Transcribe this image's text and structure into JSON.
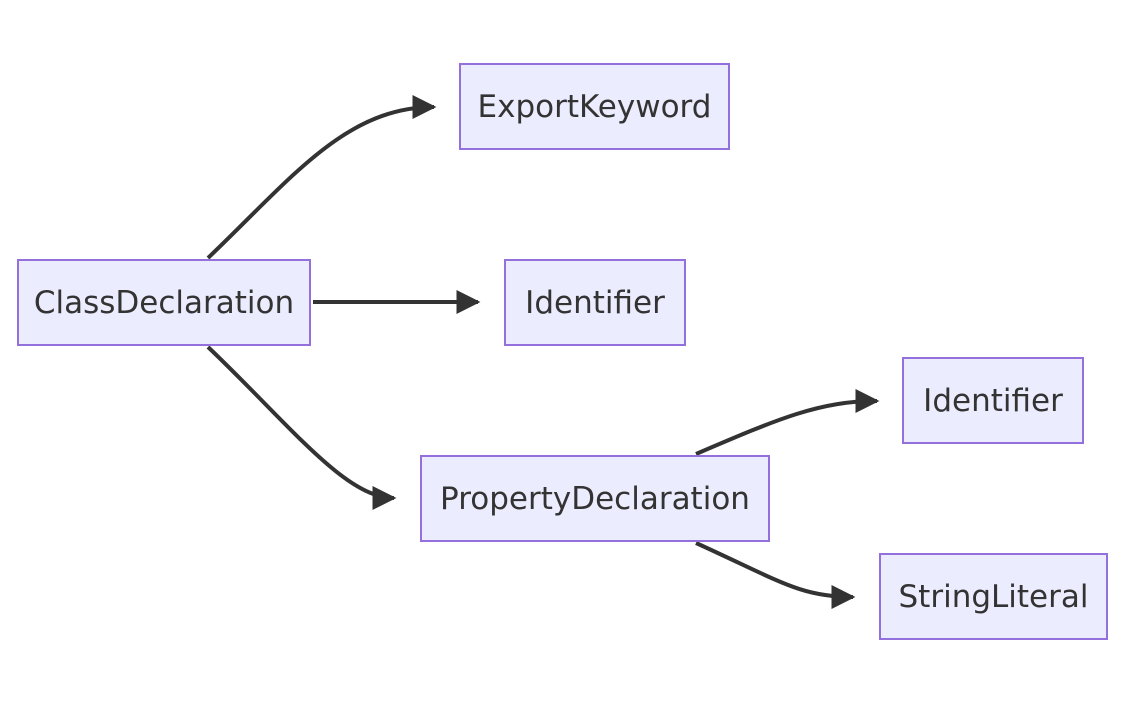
{
  "diagram": {
    "type": "flowchart",
    "direction": "left-to-right",
    "colors": {
      "node_fill": "#ececff",
      "node_border": "#9370db",
      "edge": "#333333",
      "text": "#333333",
      "background": "#ffffff"
    },
    "nodes": [
      {
        "id": "class_declaration",
        "label": "ClassDeclaration"
      },
      {
        "id": "export_keyword",
        "label": "ExportKeyword"
      },
      {
        "id": "identifier_1",
        "label": "Identifier"
      },
      {
        "id": "property_declaration",
        "label": "PropertyDeclaration"
      },
      {
        "id": "identifier_2",
        "label": "Identifier"
      },
      {
        "id": "string_literal",
        "label": "StringLiteral"
      }
    ],
    "edges": [
      {
        "from": "class_declaration",
        "to": "export_keyword"
      },
      {
        "from": "class_declaration",
        "to": "identifier_1"
      },
      {
        "from": "class_declaration",
        "to": "property_declaration"
      },
      {
        "from": "property_declaration",
        "to": "identifier_2"
      },
      {
        "from": "property_declaration",
        "to": "string_literal"
      }
    ]
  }
}
